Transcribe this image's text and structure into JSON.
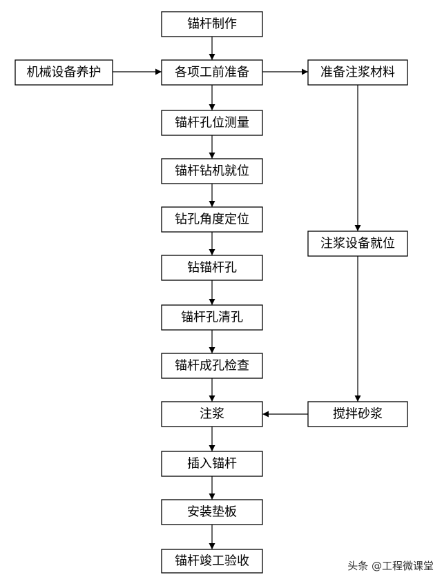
{
  "nodes": {
    "anchor_making": "锚杆制作",
    "equipment_maintenance": "机械设备养护",
    "preparation": "各项工前准备",
    "grout_materials": "准备注浆材料",
    "hole_survey": "锚杆孔位测量",
    "drill_positioning": "锚杆钻机就位",
    "angle_positioning": "钻孔角度定位",
    "drill_hole": "钻锚杆孔",
    "hole_cleaning": "锚杆孔清孔",
    "hole_inspection": "锚杆成孔检查",
    "grout_equipment": "注浆设备就位",
    "grouting": "注浆",
    "mix_mortar": "搅拌砂浆",
    "insert_anchor": "插入锚杆",
    "install_plate": "安装垫板",
    "acceptance": "锚杆竣工验收"
  },
  "watermark": "头条 @工程微课堂"
}
